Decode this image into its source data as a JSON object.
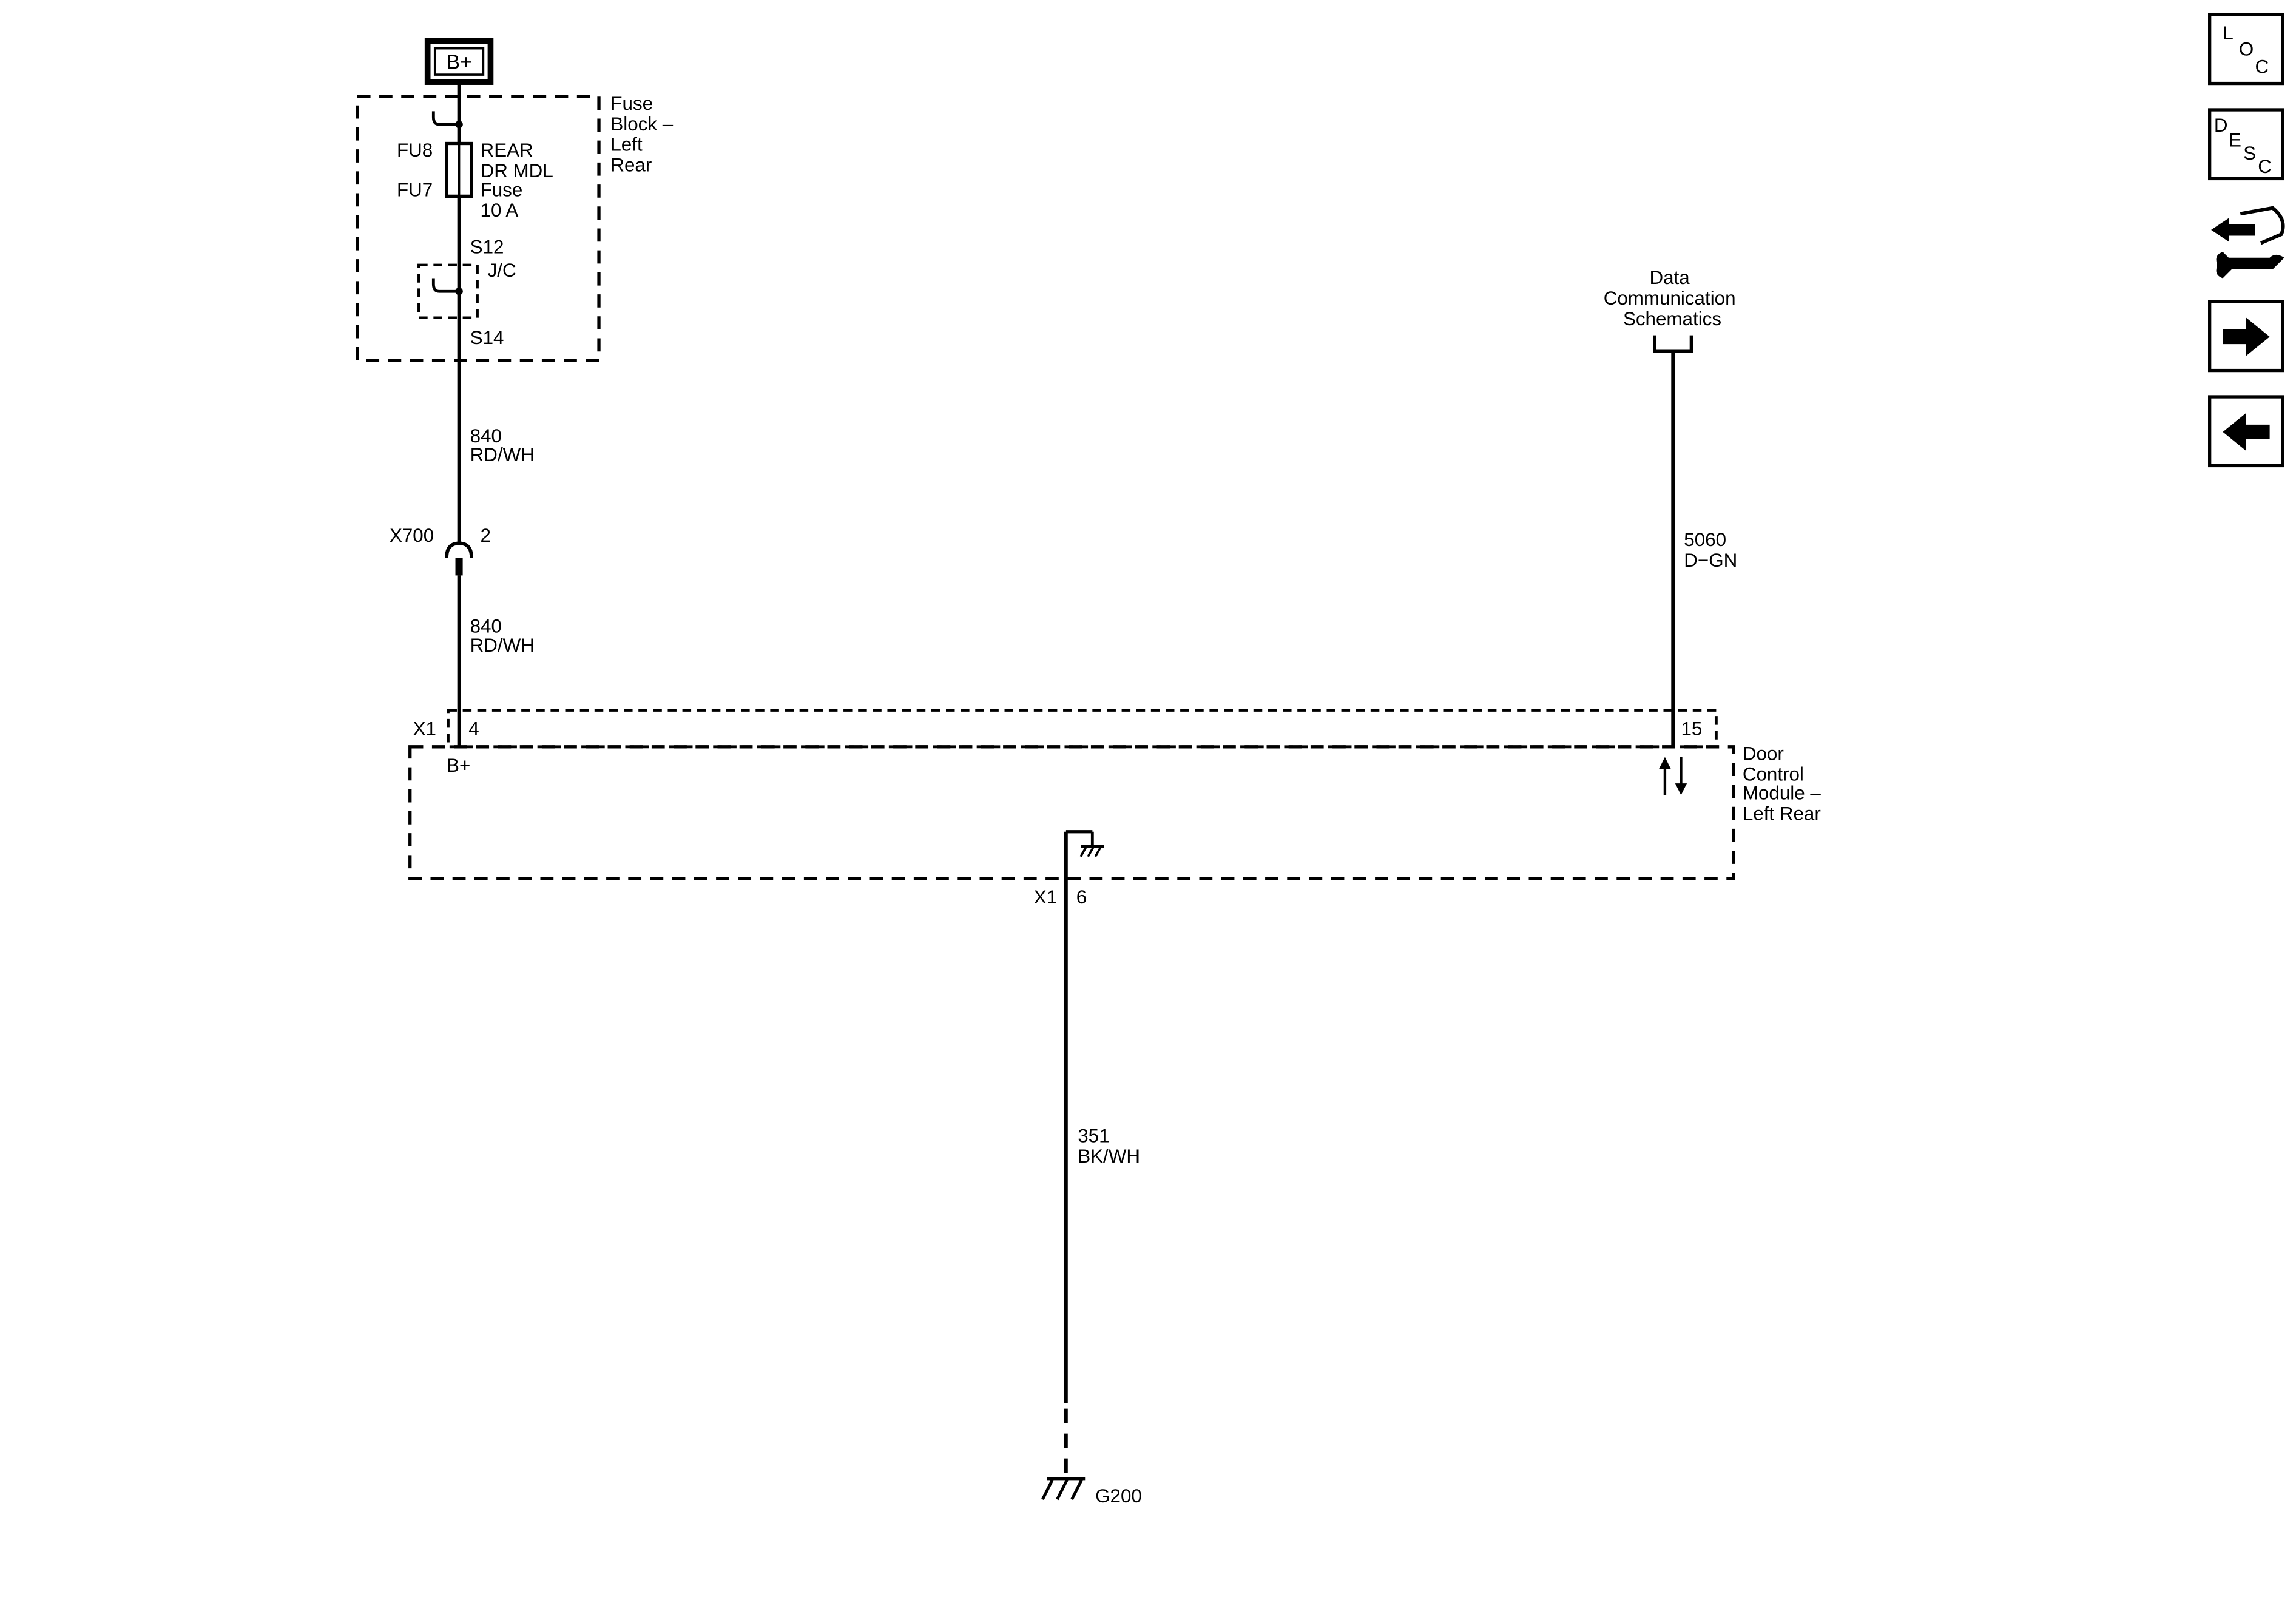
{
  "power": {
    "source_label": "B+"
  },
  "fuse_block": {
    "title_lines": [
      "Fuse",
      "Block –",
      "Left",
      "Rear"
    ],
    "fuse_ids": [
      "FU8",
      "FU7"
    ],
    "fuse_desc_lines": [
      "REAR",
      "DR MDL",
      "Fuse",
      "10 A"
    ],
    "splice_top": "S12",
    "junction": "J/C",
    "splice_bottom": "S14"
  },
  "circuits": {
    "upper_power": {
      "number": "840",
      "color": "RD/WH"
    },
    "lower_power": {
      "number": "840",
      "color": "RD/WH"
    },
    "data": {
      "number": "5060",
      "color": "D−GN"
    },
    "ground": {
      "number": "351",
      "color": "BK/WH"
    }
  },
  "inline_connector": {
    "name": "X700",
    "pin": "2"
  },
  "data_reference": {
    "title_lines": [
      "Data",
      "Communication",
      "Schematics"
    ]
  },
  "module": {
    "title_lines": [
      "Door",
      "Control",
      "Module –",
      "Left Rear"
    ],
    "power_connector": "X1",
    "power_pin": "4",
    "power_pin_label": "B+",
    "data_pin": "15",
    "ground_connector": "X1",
    "ground_pin": "6"
  },
  "ground": {
    "name": "G200"
  },
  "nav_buttons": {
    "loc": [
      "L",
      "O",
      "C"
    ],
    "desc": [
      "D",
      "E",
      "S",
      "C"
    ]
  }
}
